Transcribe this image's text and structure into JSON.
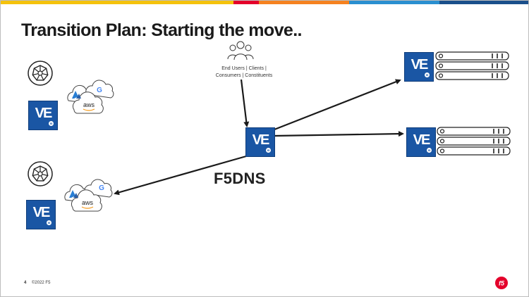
{
  "slide": {
    "title": "Transition Plan: Starting the move..",
    "page_number": "4",
    "copyright": "©2022 F5"
  },
  "palette": {
    "accent_bar": [
      "#f4c20d",
      "#e4002b",
      "#f58220",
      "#2a8fd0",
      "#1a4f8b"
    ],
    "ve_blue": "#1a56a4",
    "f5_red": "#e4002b"
  },
  "users": {
    "icon": "people-group-icon",
    "label_line1": "End Users | Clients |",
    "label_line2": "Consumers | Constituents"
  },
  "ve_tile": {
    "label": "VE",
    "badge": "f5"
  },
  "dns": {
    "label": "F5DNS"
  },
  "clouds": {
    "aws_label": "aws",
    "google_label": "G"
  },
  "icons": [
    "kubernetes-icon",
    "azure-icon",
    "google-icon",
    "aws-icon",
    "server-rack-icon",
    "f5-logo-icon"
  ]
}
